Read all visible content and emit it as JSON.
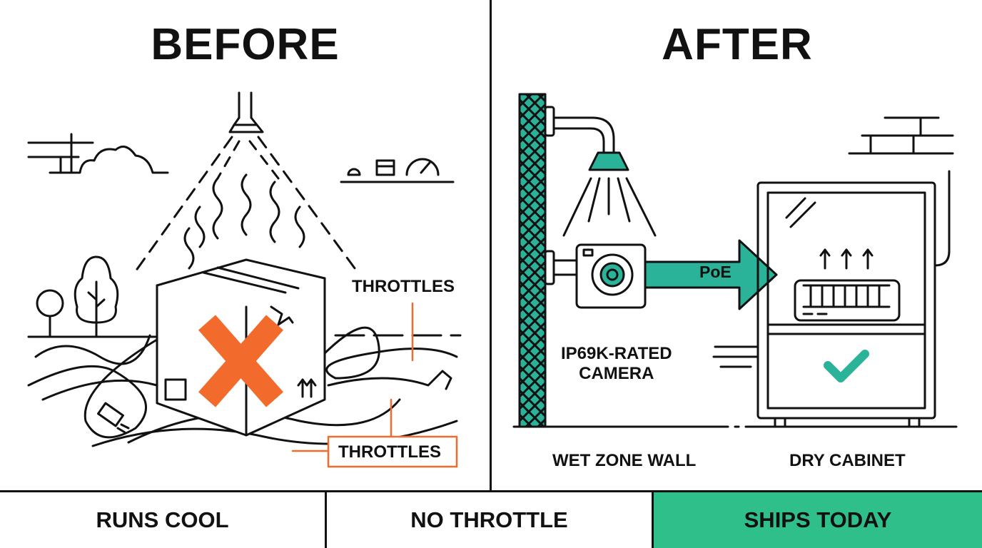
{
  "before": {
    "heading": "BEFORE",
    "callout_top": "THROTTLES",
    "callout_bottom": "THROTTLES"
  },
  "after": {
    "heading": "AFTER",
    "arrow_label": "PoE",
    "camera_label": "IP69K-RATED\nCAMERA",
    "wall_label": "WET ZONE WALL",
    "cabinet_label": "DRY CABINET"
  },
  "footer": {
    "items": [
      {
        "label": "RUNS COOL",
        "highlight": false
      },
      {
        "label": "NO THROTTLE",
        "highlight": false
      },
      {
        "label": "SHIPS TODAY",
        "highlight": true
      }
    ]
  },
  "colors": {
    "ink": "#111111",
    "teal": "#2bb39a",
    "orange": "#f26b2c",
    "green_fill": "#2fbf8a"
  },
  "icons": [
    "sprinkler-icon",
    "cardboard-box-icon",
    "x-mark-icon",
    "this-way-up-icon",
    "tangled-cable-icon",
    "wall-mount-camera-icon",
    "sprinkler-icon",
    "arrow-icon",
    "cabinet-icon",
    "checkmark-icon",
    "heat-arrows-icon"
  ]
}
